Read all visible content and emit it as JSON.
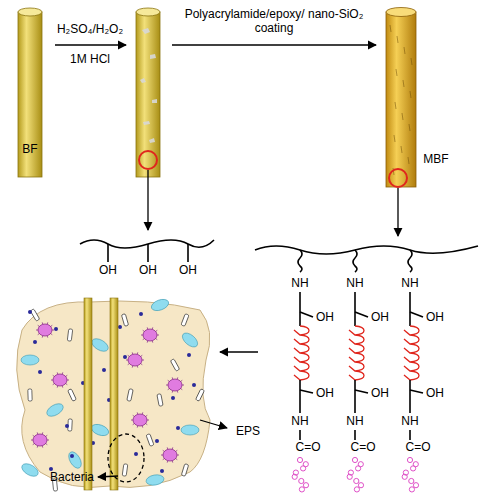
{
  "diagram": {
    "labels": [
      "BF",
      "H₂SO₄/H₂O₂",
      "1M HCl",
      "Polyacrylamide/epoxy/ nano-SiO₂ coating",
      "MBF",
      "OH",
      "OH",
      "OH",
      "NH",
      "OH",
      "OH",
      "NH",
      "C=O",
      "NH",
      "OH",
      "OH",
      "NH",
      "C=O",
      "NH",
      "OH",
      "OH",
      "NH",
      "C=O",
      "EPS",
      "Bacteria"
    ]
  }
}
